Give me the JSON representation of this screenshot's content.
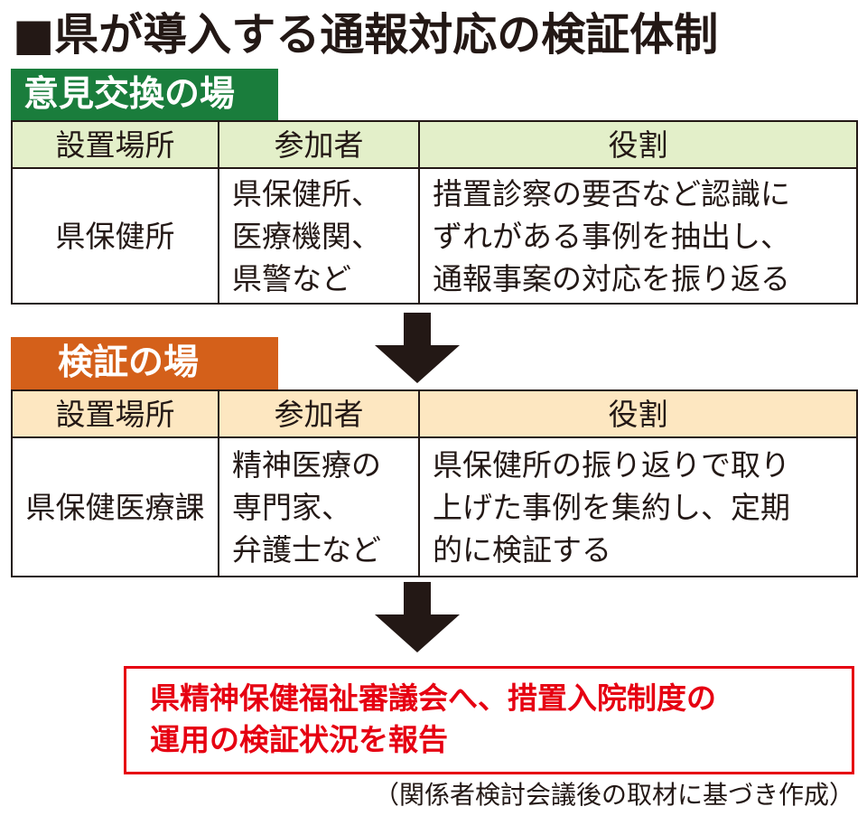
{
  "title": "■県が導入する通報対応の検証体制",
  "sections": [
    {
      "label": "意見交換の場",
      "headers": [
        "設置場所",
        "参加者",
        "役割"
      ],
      "location": "県保健所",
      "participants": [
        "県保健所、",
        "医療機関、",
        "県警など"
      ],
      "role": [
        "措置診察の要否など認識に",
        "ずれがある事例を抽出し、",
        "通報事案の対応を振り返る"
      ]
    },
    {
      "label": "検証の場",
      "headers": [
        "設置場所",
        "参加者",
        "役割"
      ],
      "location": "県保健医療課",
      "participants": [
        "精神医療の",
        "専門家、",
        "弁護士など"
      ],
      "role": [
        "県保健所の振り返りで取り",
        "上げた事例を集約し、定期",
        "的に検証する"
      ]
    }
  ],
  "result": [
    "県精神保健福祉審議会へ、措置入院制度の",
    "運用の検証状況を報告"
  ],
  "source": "（関係者検討会議後の取材に基づき作成）",
  "colors": {
    "section1": "#1a7d3c",
    "section2": "#d4601a",
    "header1": "#e3efc9",
    "header2": "#fde7c1",
    "result": "#e60012",
    "arrow": "#231815"
  }
}
